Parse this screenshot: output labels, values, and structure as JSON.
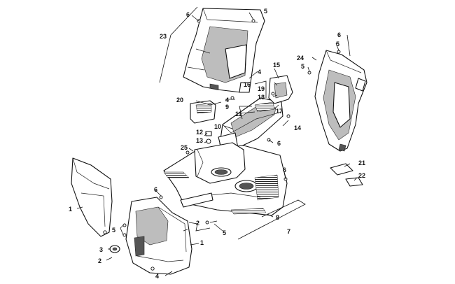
{
  "callouts": {
    "c1a": "1",
    "c1b": "1",
    "c2a": "2",
    "c2b": "2",
    "c3": "3",
    "c4a": "4",
    "c4b": "4",
    "c4c": "4",
    "c5a": "5",
    "c5b": "5",
    "c5c": "5",
    "c5d": "5",
    "c5e": "5",
    "c6a": "6",
    "c6b": "6",
    "c6c": "6",
    "c6d": "6",
    "c6e": "6",
    "c7": "7",
    "c8": "8",
    "c9": "9",
    "c10": "10",
    "c11": "11",
    "c12": "12",
    "c13": "13",
    "c14": "14",
    "c15": "15",
    "c16": "16",
    "c17": "17",
    "c18": "18",
    "c19": "19",
    "c20": "20",
    "c21": "21",
    "c22": "22",
    "c23": "23",
    "c24": "24",
    "c25": "25"
  }
}
